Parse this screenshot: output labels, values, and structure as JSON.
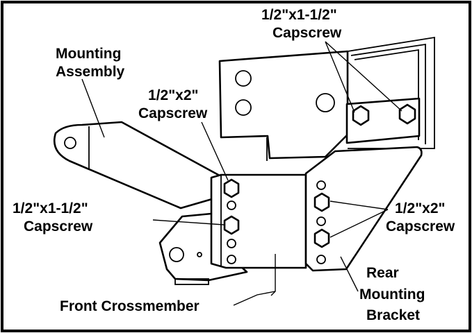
{
  "labels": {
    "mounting_assembly_1": "Mounting",
    "mounting_assembly_2": "Assembly",
    "capscrew_half_by_2": "1/2\"x2\"",
    "capscrew_word": "Capscrew",
    "capscrew_half_by_1half": "1/2\"x1-1/2\"",
    "front_crossmember": "Front Crossmember",
    "rear_1": "Rear",
    "rear_2": "Mounting",
    "rear_3": "Bracket"
  },
  "colors": {
    "line": "#000000",
    "background": "#ffffff"
  }
}
